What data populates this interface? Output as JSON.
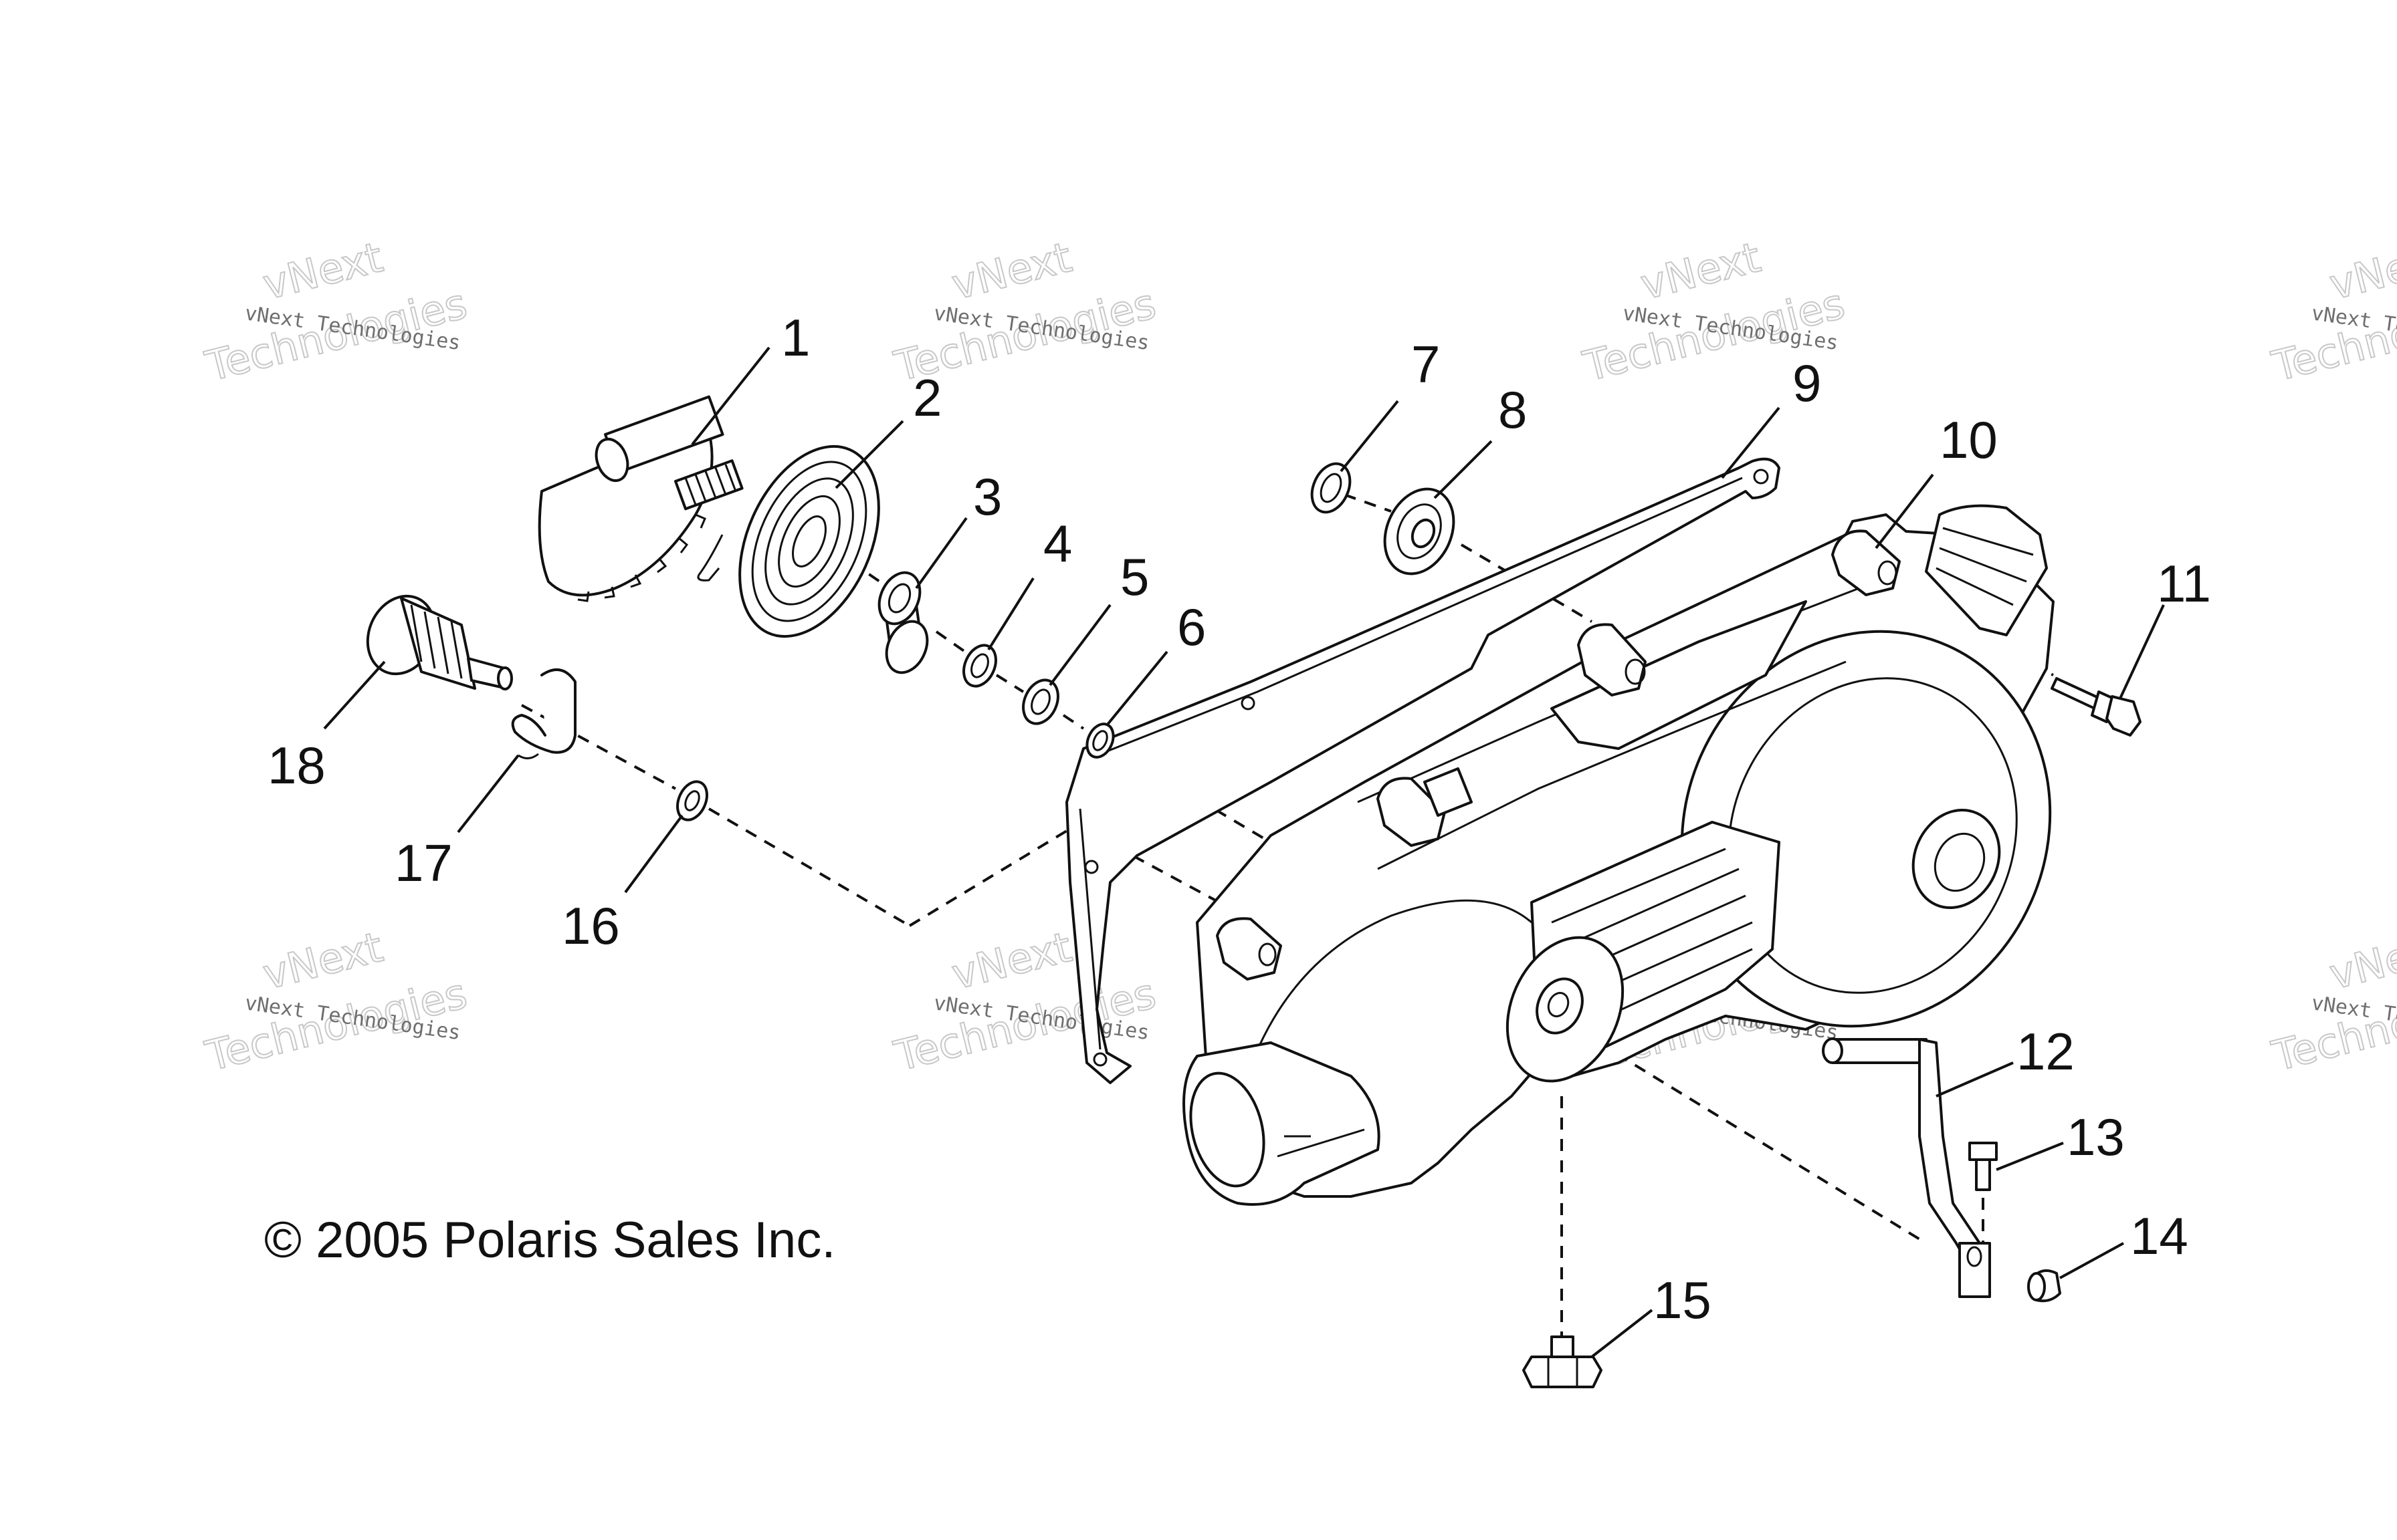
{
  "copyright": "© 2005 Polaris Sales Inc.",
  "watermark": {
    "brand": "vNext Technologies",
    "line1": "vNext",
    "line2": "Technologies"
  },
  "callouts": [
    "1",
    "2",
    "3",
    "4",
    "5",
    "6",
    "7",
    "8",
    "9",
    "10",
    "11",
    "12",
    "13",
    "14",
    "15",
    "16",
    "17",
    "18"
  ]
}
